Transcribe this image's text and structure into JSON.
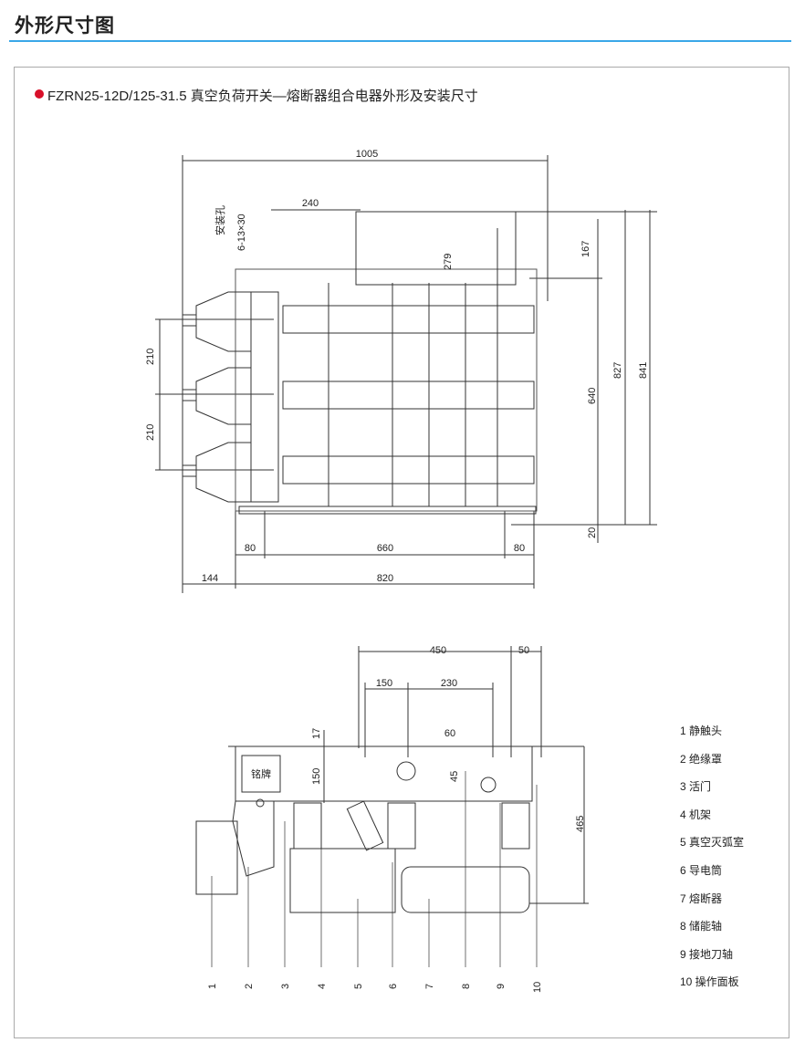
{
  "header": {
    "title": "外形尺寸图"
  },
  "section": {
    "subtitle": "FZRN25-12D/125-31.5 真空负荷开关—熔断器组合电器外形及安装尺寸",
    "bullet_color": "#d8102a",
    "rule_color": "#3aa7e8"
  },
  "top_view": {
    "dims": {
      "d1005": "1005",
      "d240": "240",
      "d279": "279",
      "d167": "167",
      "d827": "827",
      "d841": "841",
      "d640": "640",
      "d20": "20",
      "d210a": "210",
      "d210b": "210",
      "d80a": "80",
      "d660": "660",
      "d80b": "80",
      "d144": "144",
      "d820": "820"
    },
    "mount_hole_label": "安装孔",
    "mount_hole_spec": "6-13×30"
  },
  "side_view": {
    "dims": {
      "d450": "450",
      "d50": "50",
      "d150a": "150",
      "d230": "230",
      "d17": "17",
      "d60": "60",
      "d150b": "150",
      "d45": "45",
      "d465": "465"
    },
    "nameplate": "铭牌",
    "callouts": [
      "1",
      "2",
      "3",
      "4",
      "5",
      "6",
      "7",
      "8",
      "9",
      "10"
    ]
  },
  "legend": [
    "1 静触头",
    "2 绝缘罩",
    "3 活门",
    "4 机架",
    "5 真空灭弧室",
    "6 导电筒",
    "7 熔断器",
    "8 储能轴",
    "9 接地刀轴",
    "10 操作面板"
  ]
}
